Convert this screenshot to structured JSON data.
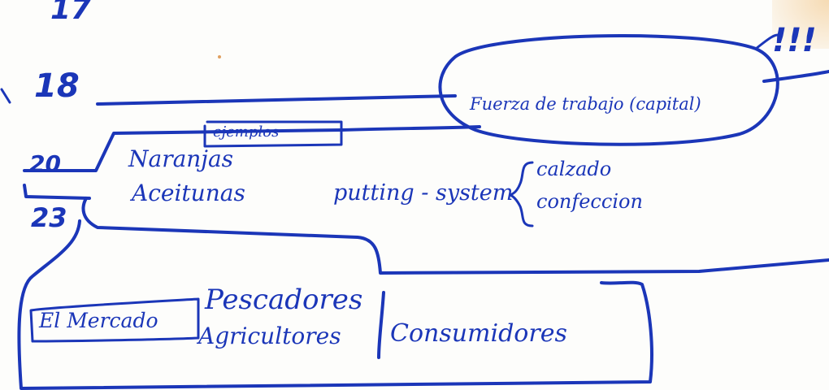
{
  "notes": {
    "num_17": "17",
    "num_18": "18",
    "num_20": "20",
    "num_23": "23",
    "exclamations": "!!!",
    "fuerza": "Fuerza de trabajo (capital)",
    "ejemplos": "ejemplos",
    "naranjas": "Naranjas",
    "aceitunas": "Aceitunas",
    "putting_system": "putting - system",
    "calzado": "calzado",
    "confeccion": "confeccion",
    "el_mercado": "El Mercado",
    "pescadores": "Pescadores",
    "agricultores": "Agricultores",
    "consumidores": "Consumidores"
  },
  "colors": {
    "ink": "#1b36b8",
    "paper": "#fdfdfb",
    "stain": "#f0be78"
  }
}
